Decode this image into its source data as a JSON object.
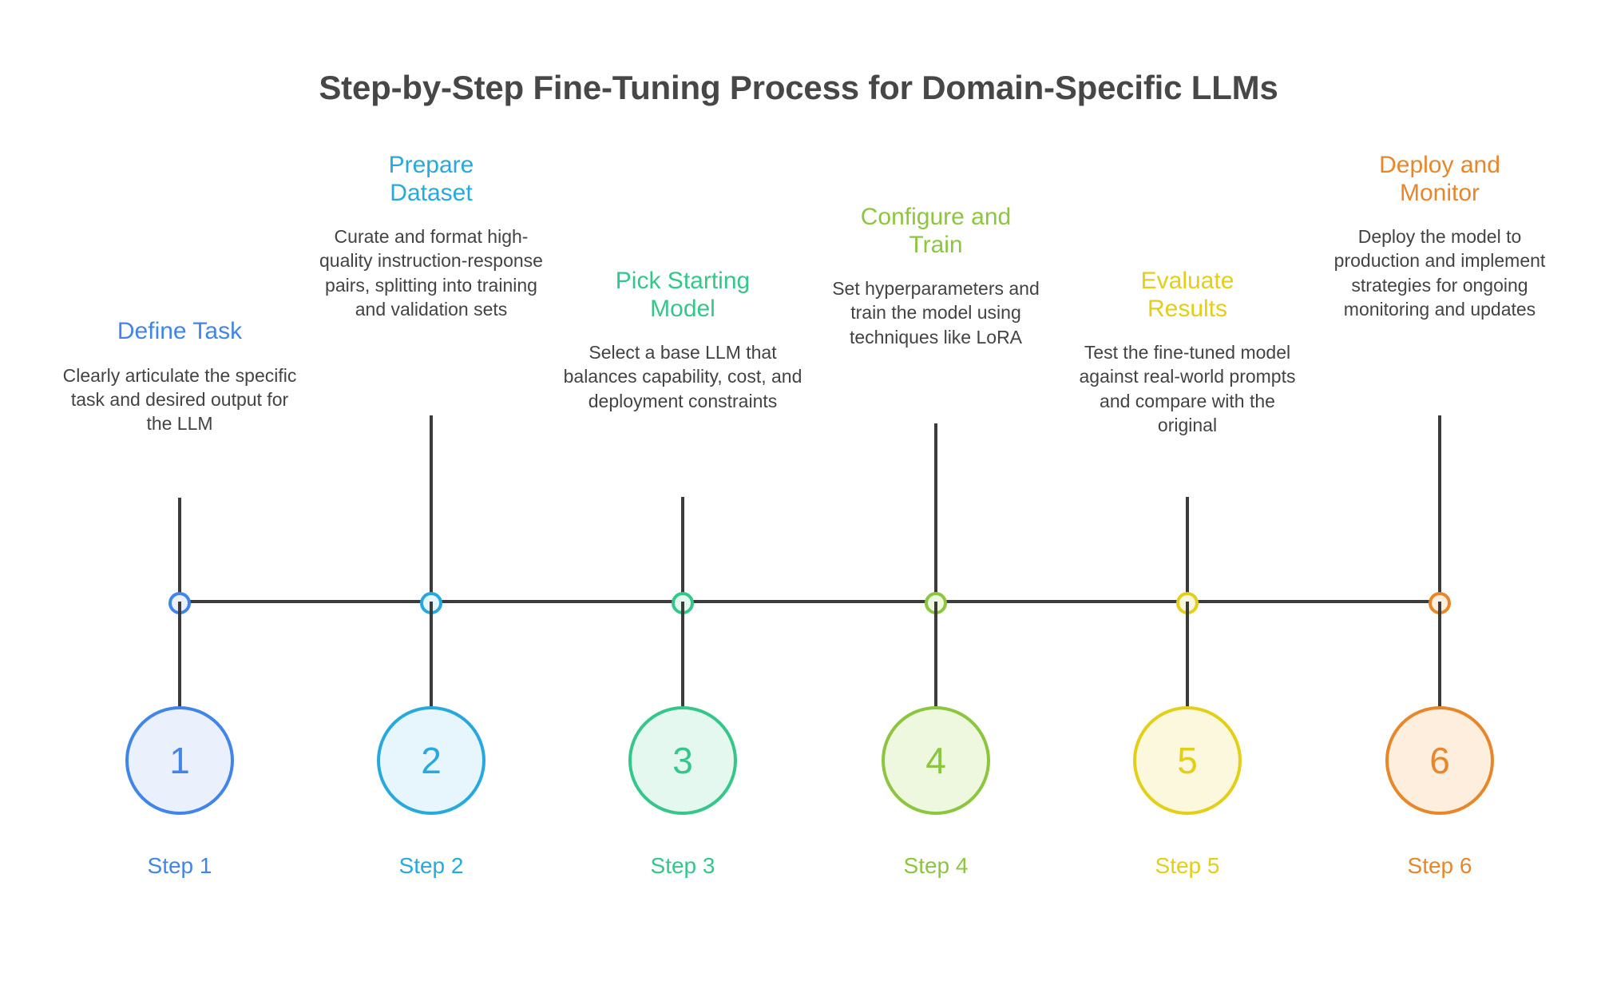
{
  "title": "Step-by-Step Fine-Tuning Process for Domain-Specific LLMs",
  "title_color": "#474747",
  "axis_color": "#3b3b3b",
  "body_text_color": "#434343",
  "steps": [
    {
      "number": "1",
      "heading": "Define Task",
      "description": "Clearly articulate the specific task and desired output for the LLM",
      "label": "Step 1",
      "color": "#4285e8",
      "fill": "#eaf1fd"
    },
    {
      "number": "2",
      "heading": "Prepare\nDataset",
      "description": "Curate and format high-quality instruction-response pairs, splitting into training and validation sets",
      "label": "Step 2",
      "color": "#27a9dd",
      "fill": "#e6f6fc"
    },
    {
      "number": "3",
      "heading": "Pick Starting\nModel",
      "description": "Select a base LLM that balances capability, cost, and deployment constraints",
      "label": "Step 3",
      "color": "#35c68b",
      "fill": "#e4f8ef"
    },
    {
      "number": "4",
      "heading": "Configure and\nTrain",
      "description": "Set hyperparameters and train the model using techniques like LoRA",
      "label": "Step 4",
      "color": "#8cc63f",
      "fill": "#eef8df"
    },
    {
      "number": "5",
      "heading": "Evaluate\nResults",
      "description": "Test the fine-tuned model against real-world prompts and compare with the original",
      "label": "Step 5",
      "color": "#e3ce18",
      "fill": "#fbf8dd"
    },
    {
      "number": "6",
      "heading": "Deploy and\nMonitor",
      "description": "Deploy the model to production and implement strategies for ongoing monitoring and updates",
      "label": "Step 6",
      "color": "#e8862a",
      "fill": "#fdeede"
    }
  ]
}
